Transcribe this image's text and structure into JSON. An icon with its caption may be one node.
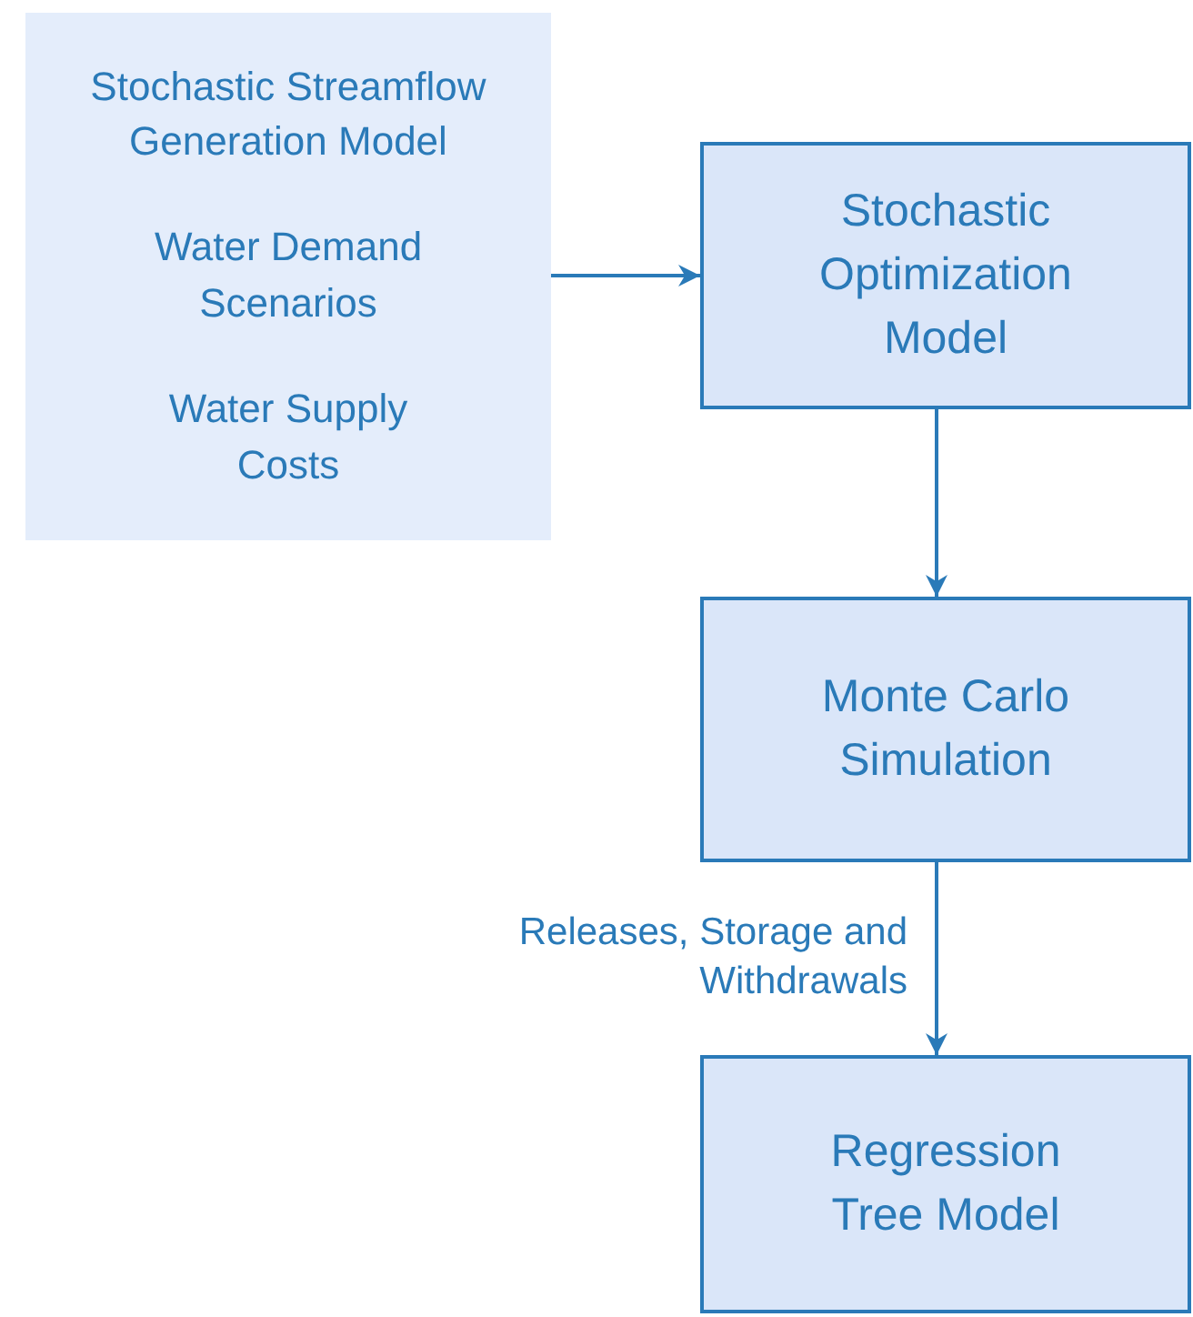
{
  "diagram": {
    "nodes": [
      {
        "text": [
          "Stochastic Streamflow Generation Model",
          "Water Demand Scenarios",
          "Water Supply Costs"
        ]
      },
      {
        "text": [
          "Stochastic Optimization Model"
        ]
      },
      {
        "text": [
          "Monte Carlo Simulation"
        ]
      },
      {
        "text": [
          "Regression Tree Model"
        ]
      }
    ],
    "edges": [
      {
        "from": 0,
        "to": 1,
        "arrow": "to"
      },
      {
        "from": 1,
        "to": 2,
        "arrow": "to"
      },
      {
        "from": 2,
        "to": 3,
        "arrow": "to",
        "label": "Releases, Storage and Withdrawals"
      }
    ]
  }
}
